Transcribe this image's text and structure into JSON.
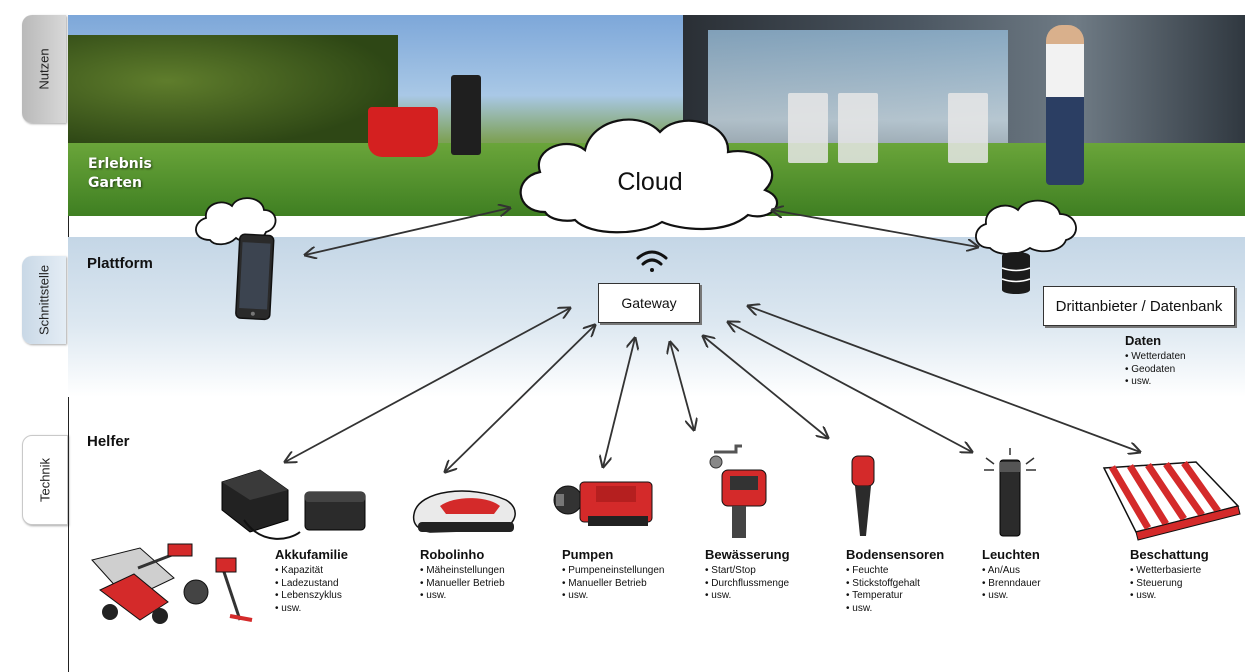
{
  "tabs": {
    "nutzen": "Nutzen",
    "schnittstelle": "Schnittstelle",
    "technik": "Technik"
  },
  "photo": {
    "line1": "Erlebnis",
    "line2": "Garten"
  },
  "cloud": "Cloud",
  "platform_title": "Plattform",
  "gateway": "Gateway",
  "third_party": "Drittanbieter / Datenbank",
  "daten": {
    "title": "Daten",
    "items": [
      "Wetterdaten",
      "Geodaten",
      "usw."
    ]
  },
  "helfer_title": "Helfer",
  "helpers": [
    {
      "name": "Akkufamilie",
      "items": [
        "Kapazität",
        "Ladezustand",
        "Lebenszyklus",
        "usw."
      ]
    },
    {
      "name": "Robolinho",
      "items": [
        "Mäheinstellungen",
        "Manueller Betrieb",
        "usw."
      ]
    },
    {
      "name": "Pumpen",
      "items": [
        "Pumpeneinstellungen",
        "Manueller Betrieb",
        "usw."
      ]
    },
    {
      "name": "Bewässerung",
      "items": [
        "Start/Stop",
        "Durchflussmenge",
        "usw."
      ]
    },
    {
      "name": "Bodensensoren",
      "items": [
        "Feuchte",
        "Stickstoffgehalt",
        "Temperatur",
        "usw."
      ]
    },
    {
      "name": "Leuchten",
      "items": [
        "An/Aus",
        "Brenndauer",
        "usw."
      ]
    },
    {
      "name": "Beschattung",
      "items": [
        "Wetterbasierte",
        "Steuerung",
        "usw."
      ]
    }
  ],
  "colors": {
    "device_red": "#d42a2a",
    "band_blue": "#c4d6e6",
    "arrow": "#333333"
  },
  "icons": [
    "wifi-icon",
    "smartphone-icon",
    "database-icon",
    "battery-charger-icon",
    "robot-mower-icon",
    "pump-icon",
    "water-timer-icon",
    "soil-sensor-icon",
    "garden-light-icon",
    "awning-icon",
    "garden-tools-icon"
  ]
}
